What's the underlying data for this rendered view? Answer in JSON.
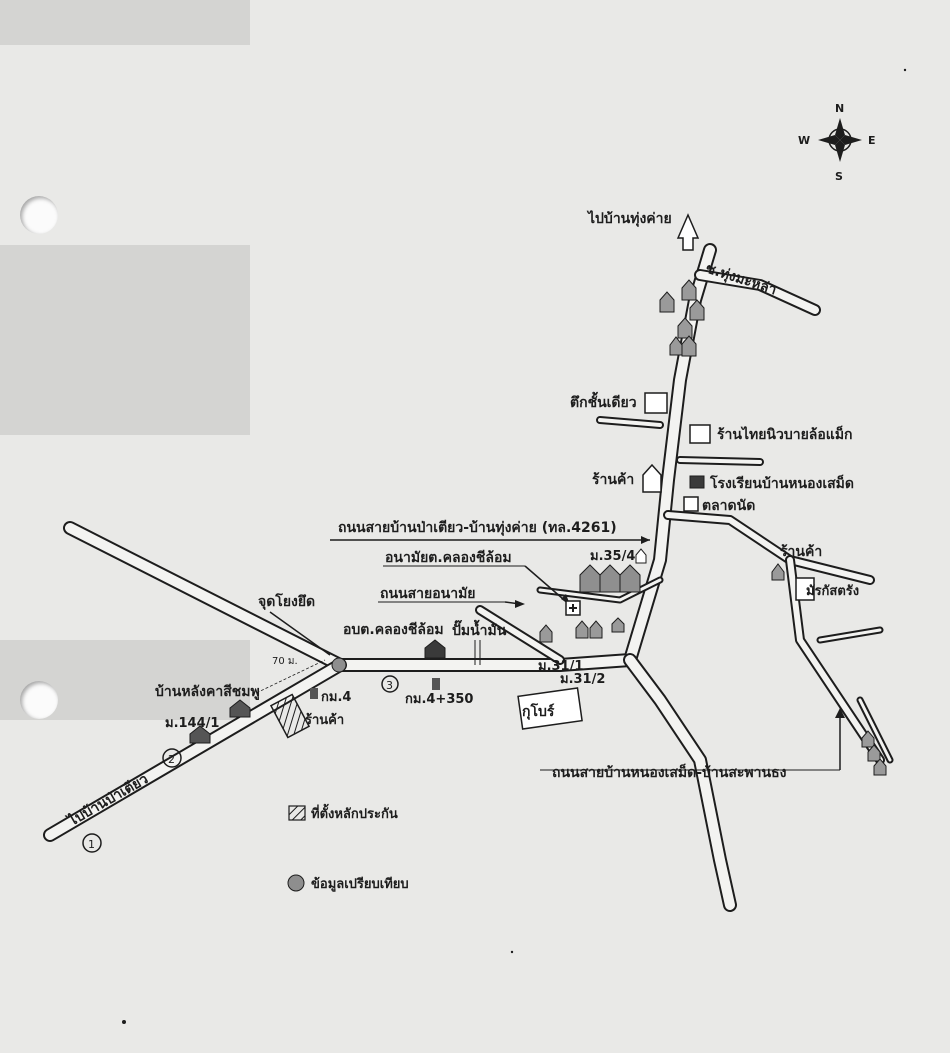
{
  "compass": {
    "n": "N",
    "s": "S",
    "e": "E",
    "w": "W"
  },
  "labels": {
    "to_thung_kha": "ไปบ้านทุ่งค่าย",
    "soi_thung_maha": "ซ.ทุ่งมะหล่า",
    "tuk_chan_diao": "ตึกชั้นเดียว",
    "ran_thai_niw": "ร้านไทยนิวบายล้อแม็ก",
    "ran_kha_1": "ร้านค้า",
    "rongrian": "โรงเรียนบ้านหนองเสม็ด",
    "talad_nat": "ตลาดนัด",
    "road_4261": "ถนนสายบ้านป่าเตียว-บ้านทุ่งค่าย (ทล.4261)",
    "anamai": "อนามัยต.คลองชีล้อม",
    "m_35_4": "ม.35/4",
    "ran_kha_2": "ร้านค้า",
    "masjid": "มัรกัสตรัง",
    "road_anamai": "ถนนสายอนามัย",
    "jud_yong_yot": "จุดโยงยึด",
    "obt": "อบต.คลองชีล้อม",
    "pump": "ปั๊มน้ำมัน",
    "m_31_1": "ม.31/1",
    "m_31_2": "ม.31/2",
    "km_4_350": "กม.4+350",
    "km_4": "กม.4",
    "ran_kha_3": "ร้านค้า",
    "ban_lang": "บ้านหลังคาสีชมพู",
    "m_144_1": "ม.144/1",
    "kubo": "กุโบร์",
    "road_ban_nong": "ถนนสายบ้านหนองเสม็ด-บ้านสะพานธง",
    "to_pa_tiao": "ไปบ้านป่าเตียว",
    "dist_70": "70 ม.",
    "circle_1": "1",
    "circle_2": "2",
    "circle_3": "3"
  },
  "legend": {
    "collateral": "ที่ตั้งหลักประกัน",
    "comparable": "ข้อมูลเปรียบเทียบ"
  },
  "colors": {
    "road": "#f3f3f1",
    "ink": "#1d1d1d",
    "marker": "#8e8e8e"
  }
}
